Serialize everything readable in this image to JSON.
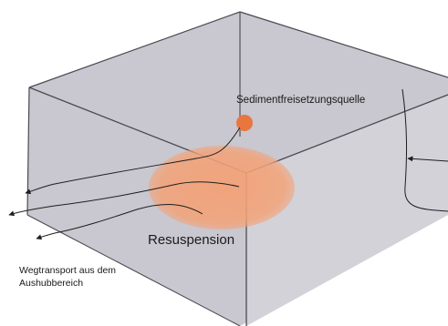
{
  "labels": {
    "source": "Sedimentfreisetzungsquelle",
    "resuspension": "Resuspension",
    "transport_line1": "Wegtransport aus dem",
    "transport_line2": "Aushubbereich"
  },
  "colors": {
    "background": "#ffffff",
    "box_left_face": "#c9c7cf",
    "box_right_face": "#d3d2d9",
    "box_edge": "#4a4a52",
    "source_dot": "#e8773f",
    "resuspension_cloud": "#f3a277",
    "transport_line": "#1e1e1e"
  }
}
